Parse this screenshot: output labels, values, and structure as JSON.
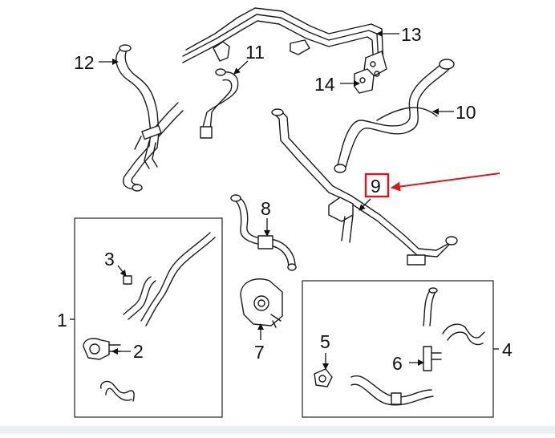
{
  "diagram": {
    "callouts": {
      "c1": "1",
      "c2": "2",
      "c3": "3",
      "c4": "4",
      "c5": "5",
      "c6": "6",
      "c7": "7",
      "c8": "8",
      "c9": "9",
      "c10": "10",
      "c11": "11",
      "c12": "12",
      "c13": "13",
      "c14": "14"
    },
    "highlight": {
      "part": "9",
      "color": "#e0141b"
    },
    "line_color": "#1a1a1a"
  }
}
